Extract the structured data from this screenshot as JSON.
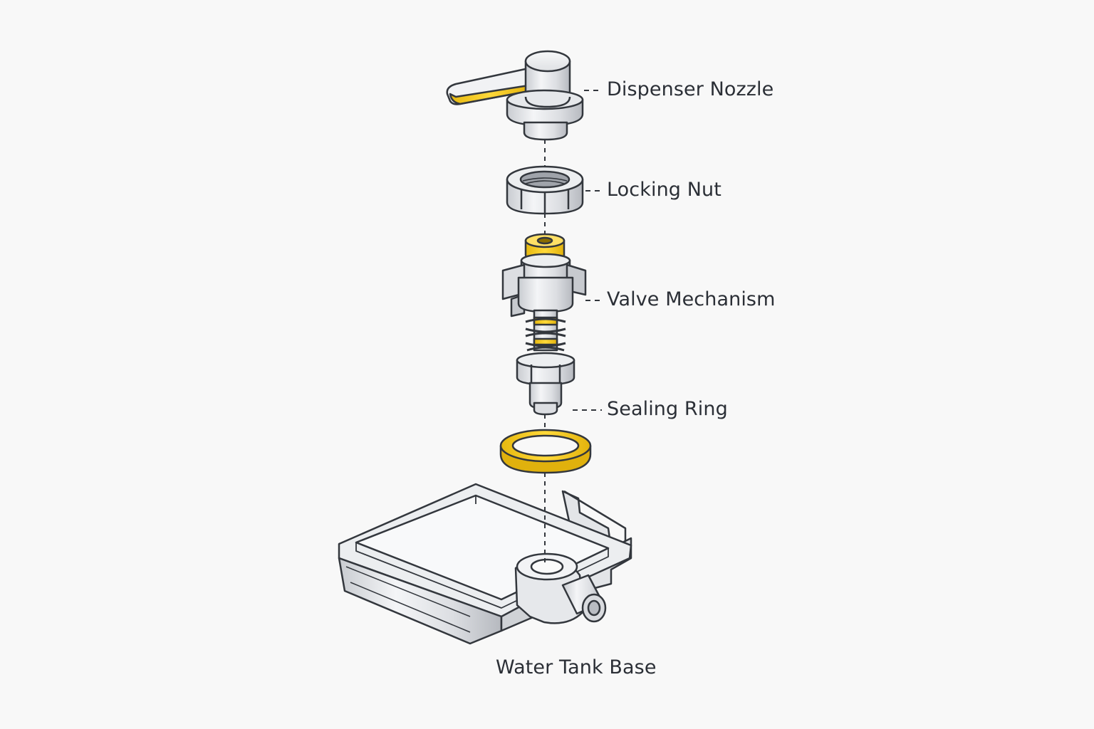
{
  "diagram": {
    "labels": {
      "dispenser_nozzle": "Dispenser Nozzle",
      "locking_nut": "Locking Nut",
      "valve_mechanism": "Valve Mechanism",
      "sealing_ring": "Sealing Ring",
      "water_tank_base": "Water Tank Base"
    },
    "colors": {
      "background": "#f8f8f8",
      "outline": "#33373d",
      "metal_light": "#f1f2f4",
      "metal_mid": "#d9dbdf",
      "metal_dark": "#b9bcc2",
      "accent_yellow": "#f4cf1c",
      "label_text": "#2b2f36"
    }
  }
}
